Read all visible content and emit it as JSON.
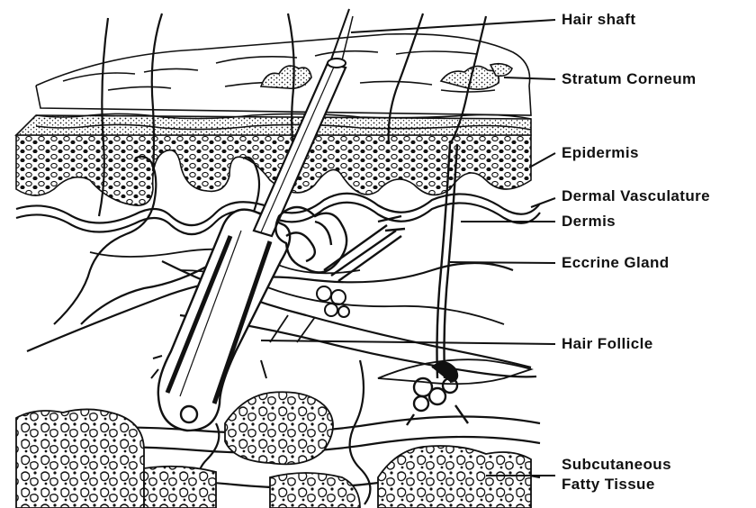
{
  "labels": {
    "hair_shaft": "Hair shaft",
    "stratum_corneum": "Stratum Corneum",
    "epidermis": "Epidermis",
    "dermal_vasculature": "Dermal Vasculature",
    "dermis": "Dermis",
    "eccrine_gland": "Eccrine Gland",
    "hair_follicle": "Hair Follicle",
    "subcutaneous_line1": "Subcutaneous",
    "subcutaneous_line2": "Fatty Tissue"
  },
  "colors": {
    "ink": "#111111",
    "paper": "#ffffff"
  }
}
